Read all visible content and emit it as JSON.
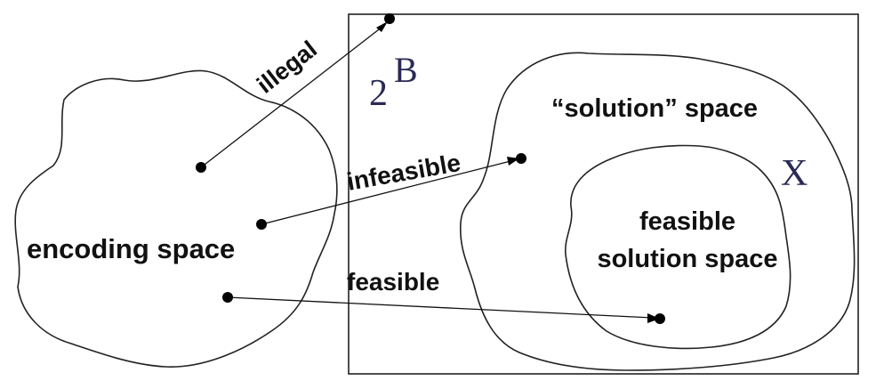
{
  "diagram": {
    "labels": {
      "encoding_space": "encoding space",
      "solution_space": "“solution” space",
      "feasible_solution_line1": "feasible",
      "feasible_solution_line2": "solution space",
      "x_symbol": "X",
      "power_base": "2",
      "power_exponent": "B",
      "arrow_illegal": "illegal",
      "arrow_infeasible": "infeasible",
      "arrow_feasible": "feasible"
    },
    "colors": {
      "ink": "#111111",
      "symbol": "#2a2a55",
      "background": "#ffffff"
    }
  }
}
